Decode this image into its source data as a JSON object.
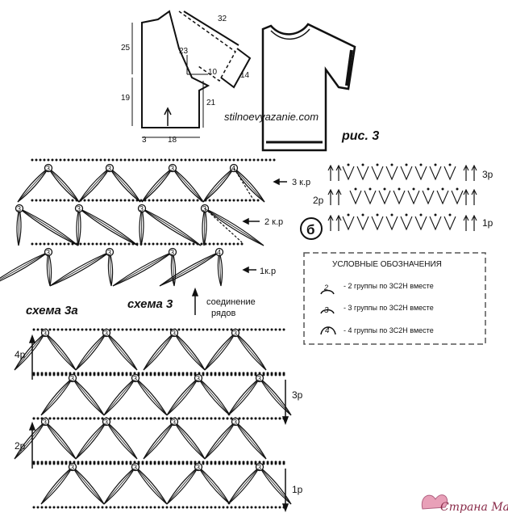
{
  "site_caption": "stilnoevyazanie.com",
  "fig_caption": "рис. 3",
  "pattern_dims": {
    "d25": "25",
    "d19": "19",
    "d32": "32",
    "d23": "23",
    "d10": "10",
    "d14": "14",
    "d21": "21",
    "d3": "3",
    "d18": "18"
  },
  "scheme3": {
    "title": "схема 3",
    "row_labels": [
      "3 к.р",
      "2 к.р",
      "1к.р"
    ],
    "join_note_line1": "соединение",
    "join_note_line2": "рядов"
  },
  "scheme3a": {
    "title": "схема 3а",
    "row_labels": [
      "4р",
      "3р",
      "2р",
      "1р"
    ]
  },
  "scheme_b": {
    "marker": "б",
    "row_labels": [
      "3р",
      "2р",
      "1р"
    ]
  },
  "legend": {
    "title": "УСЛОВНЫЕ ОБОЗНАЧЕНИЯ",
    "items": [
      {
        "num": "2",
        "text": "- 2 группы по 3С2Н вместе"
      },
      {
        "num": "3",
        "text": "- 3 группы по 3С2Н вместе"
      },
      {
        "num": "4",
        "text": "- 4 группы по 3С2Н вместе"
      }
    ]
  },
  "watermark": "Страна Мам"
}
